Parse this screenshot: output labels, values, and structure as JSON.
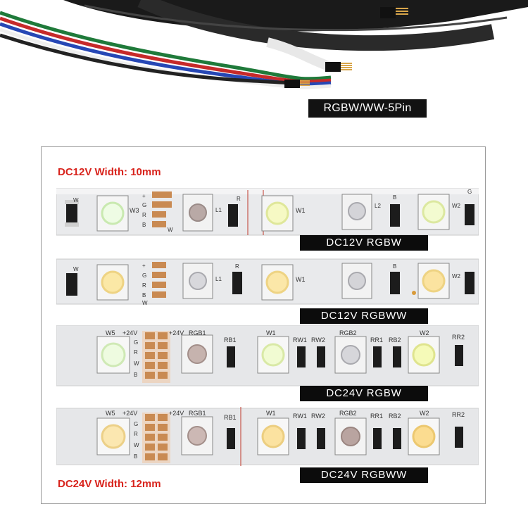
{
  "header": {
    "pin_label": "RGBW/WW-5Pin"
  },
  "specs": {
    "top": "DC12V  Width: 10mm",
    "bottom": "DC24V  Width: 12mm"
  },
  "strips": [
    {
      "label": "DC12V RGBW",
      "pads": [
        "+",
        "G",
        "R",
        "B",
        "W"
      ],
      "components": {
        "w": "W",
        "w3": "W3",
        "l1": "L1",
        "r": "R",
        "w1": "W1",
        "l2": "L2",
        "b": "B",
        "w2": "W2",
        "g": "G"
      }
    },
    {
      "label": "DC12V RGBWW",
      "pads": [
        "+",
        "G",
        "R",
        "B",
        "W"
      ],
      "components": {
        "w": "W",
        "l1": "L1",
        "r": "R",
        "w1": "W1",
        "b": "B",
        "w2": "W2"
      }
    },
    {
      "label": "DC24V RGBW",
      "pads": [
        "+24V",
        "G",
        "R",
        "W",
        "B"
      ],
      "components": {
        "w5": "W5",
        "rgb1": "RGB1",
        "rb1": "RB1",
        "w1": "W1",
        "rw1": "RW1",
        "rw2": "RW2",
        "rgb2": "RGB2",
        "rr1": "RR1",
        "rb2": "RB2",
        "w2": "W2",
        "rr2": "RR2"
      }
    },
    {
      "label": "DC24V RGBWW",
      "pads": [
        "+24V",
        "G",
        "R",
        "W",
        "B"
      ],
      "components": {
        "w5": "W5",
        "rgb1": "RGB1",
        "rb1": "RB1",
        "w1": "W1",
        "rw1": "RW1",
        "rw2": "RW2",
        "rgb2": "RGB2",
        "rr1": "RR1",
        "rb2": "RB2",
        "w2": "W2",
        "rr2": "RR2"
      }
    }
  ],
  "colors": {
    "accent_red": "#d8231c",
    "label_bg": "#0c0c0c",
    "copper": "#c98a52"
  }
}
